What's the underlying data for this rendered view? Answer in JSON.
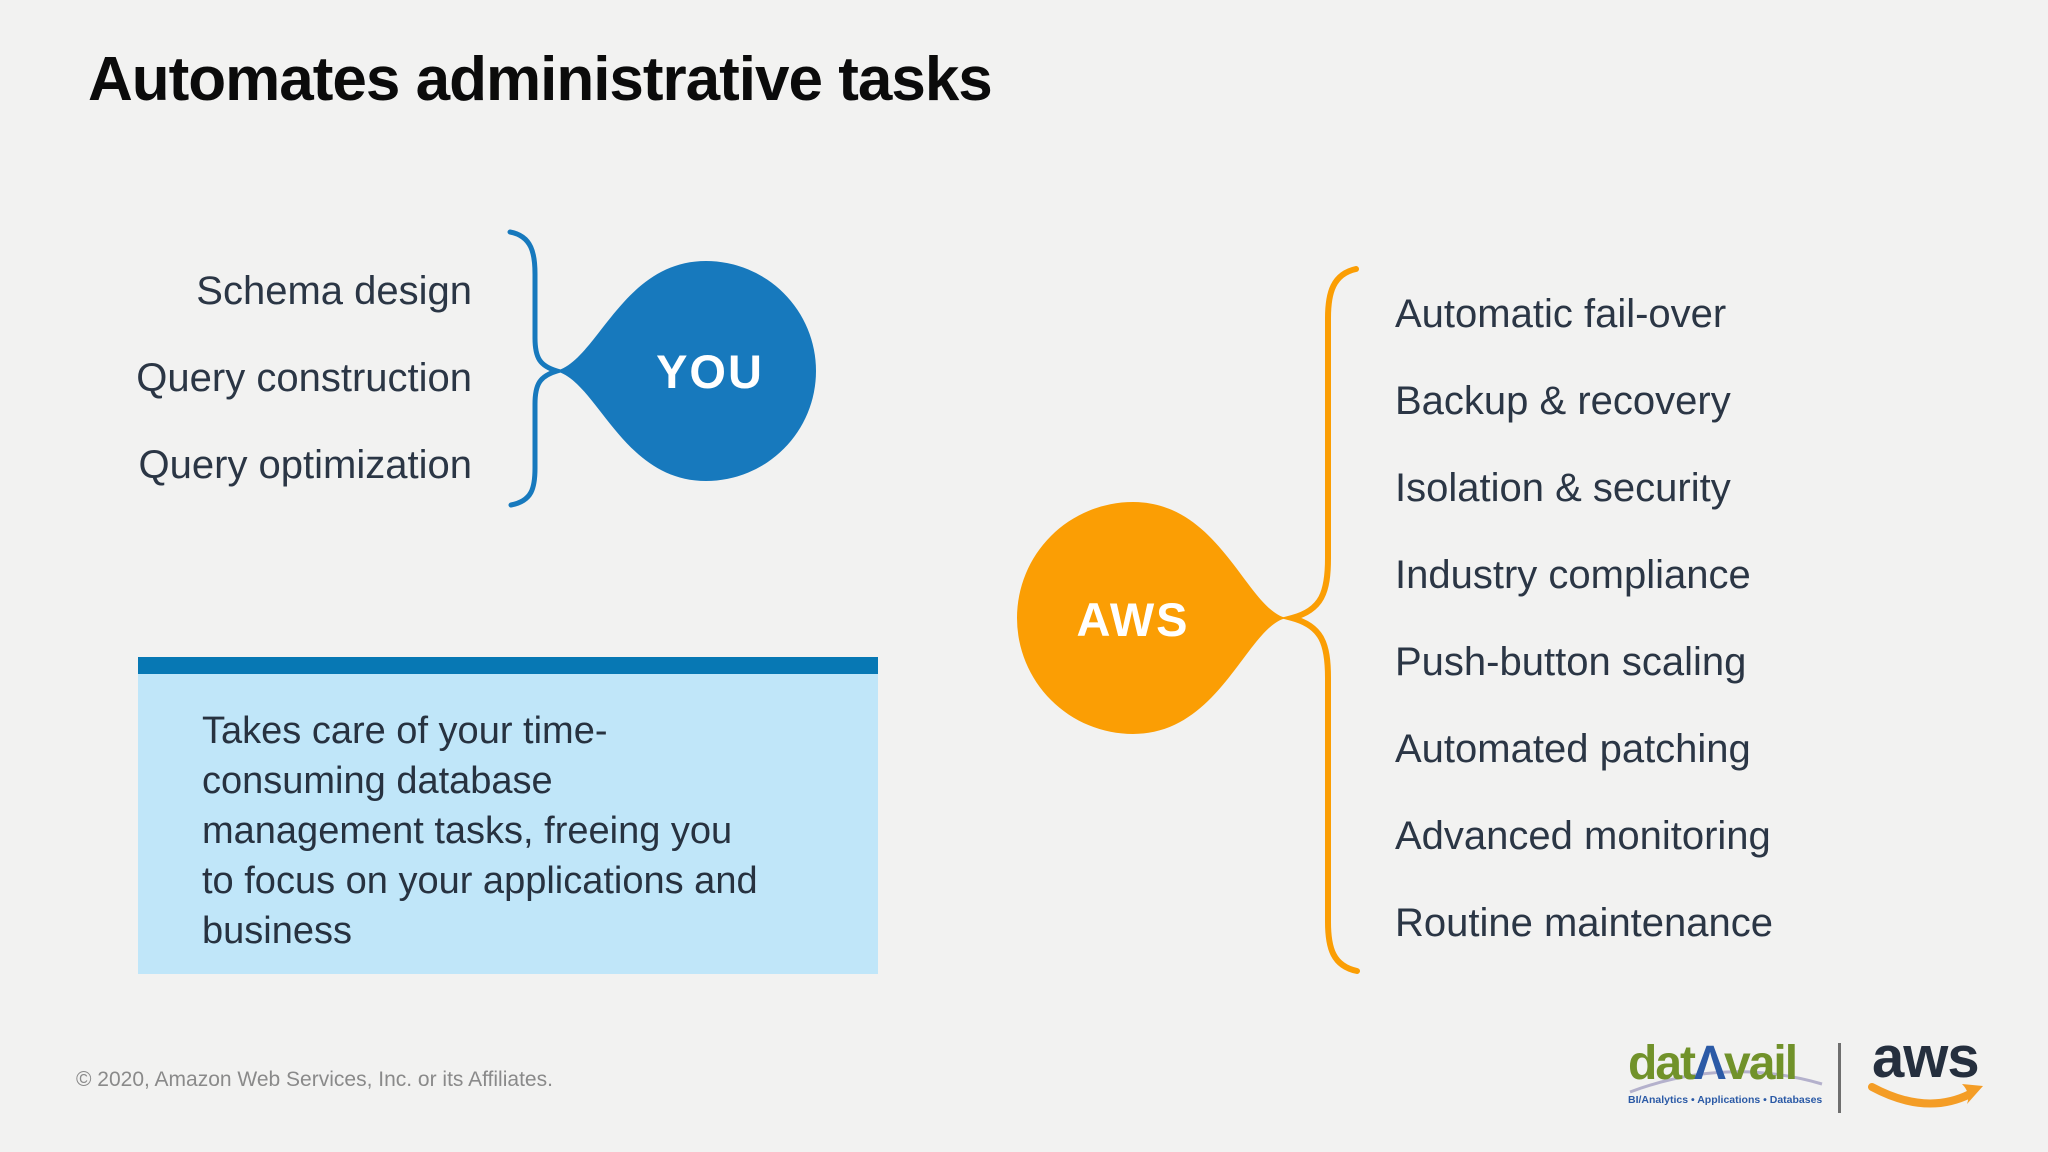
{
  "slide": {
    "title": "Automates administrative tasks",
    "background_color": "#F2F2F1",
    "text_color": "#2B3645"
  },
  "you_group": {
    "bubble_label": "YOU",
    "color": "#1779BD",
    "items": [
      "Schema design",
      "Query construction",
      "Query optimization"
    ]
  },
  "aws_group": {
    "bubble_label": "AWS",
    "color": "#FB9E04",
    "items": [
      "Automatic fail-over",
      "Backup & recovery",
      "Isolation & security",
      "Industry compliance",
      "Push-button scaling",
      "Automated patching",
      "Advanced monitoring",
      "Routine maintenance"
    ]
  },
  "callout": {
    "lines": [
      "Takes care of your time-",
      "consuming database",
      "management tasks, freeing you",
      "to focus on your applications and",
      "business"
    ],
    "bar_color": "#0778B4",
    "body_color": "#C0E6F9"
  },
  "footer": {
    "copyright": "© 2020, Amazon Web Services, Inc. or its Affiliates."
  },
  "logos": {
    "datavail": {
      "part1": "dat",
      "part2": "Λ",
      "part3": "vail",
      "tagline": "BI/Analytics • Applications • Databases",
      "green": "#71922A",
      "blue": "#2B5AA6"
    },
    "aws": {
      "wordmark": "aws",
      "navy": "#252F3E",
      "smile_orange": "#F49D26"
    }
  }
}
